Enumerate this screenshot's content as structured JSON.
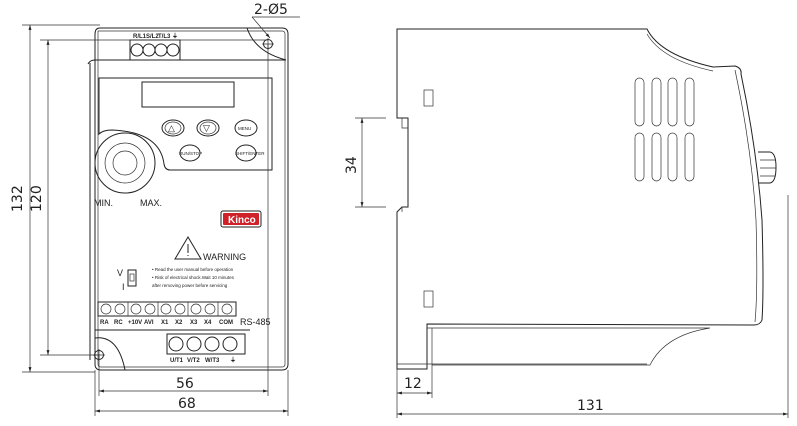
{
  "title": "Inverter dimension drawing",
  "front_view": {
    "hole_callout": "2-Ø5",
    "dimensions": {
      "height_outer": "132",
      "height_holes": "120",
      "width_holes": "56",
      "width_outer": "68"
    },
    "power_terminals": [
      "R/L1",
      "S/L2",
      "T/L3",
      "⏚"
    ],
    "buttons": {
      "up": "△",
      "down": "▽",
      "menu": "MENU",
      "run_stop": "RUN/STOP",
      "shift_enter": "SHIFT/ENTER"
    },
    "knob_labels": {
      "min": "MIN.",
      "max": "MAX."
    },
    "brand": "Kinco",
    "brand_color": "#d0202a",
    "warning": {
      "title": "WARNING",
      "lines": [
        "• Read the user manual before operation",
        "• Risk of electrical shock.Wait 10 minutes",
        "  after removing power before servicing"
      ]
    },
    "switch_labels": {
      "top": "V",
      "bottom": "I"
    },
    "control_terminals": [
      "RA",
      "RC",
      "+10V",
      "AVI",
      "X1",
      "X2",
      "X3",
      "X4",
      "COM"
    ],
    "comm_label": "RS-485",
    "output_terminals": [
      "U/T1",
      "V/T2",
      "W/T3",
      "⏚"
    ]
  },
  "side_view": {
    "dimensions": {
      "din_rail": "34",
      "offset": "12",
      "depth": "131"
    }
  }
}
